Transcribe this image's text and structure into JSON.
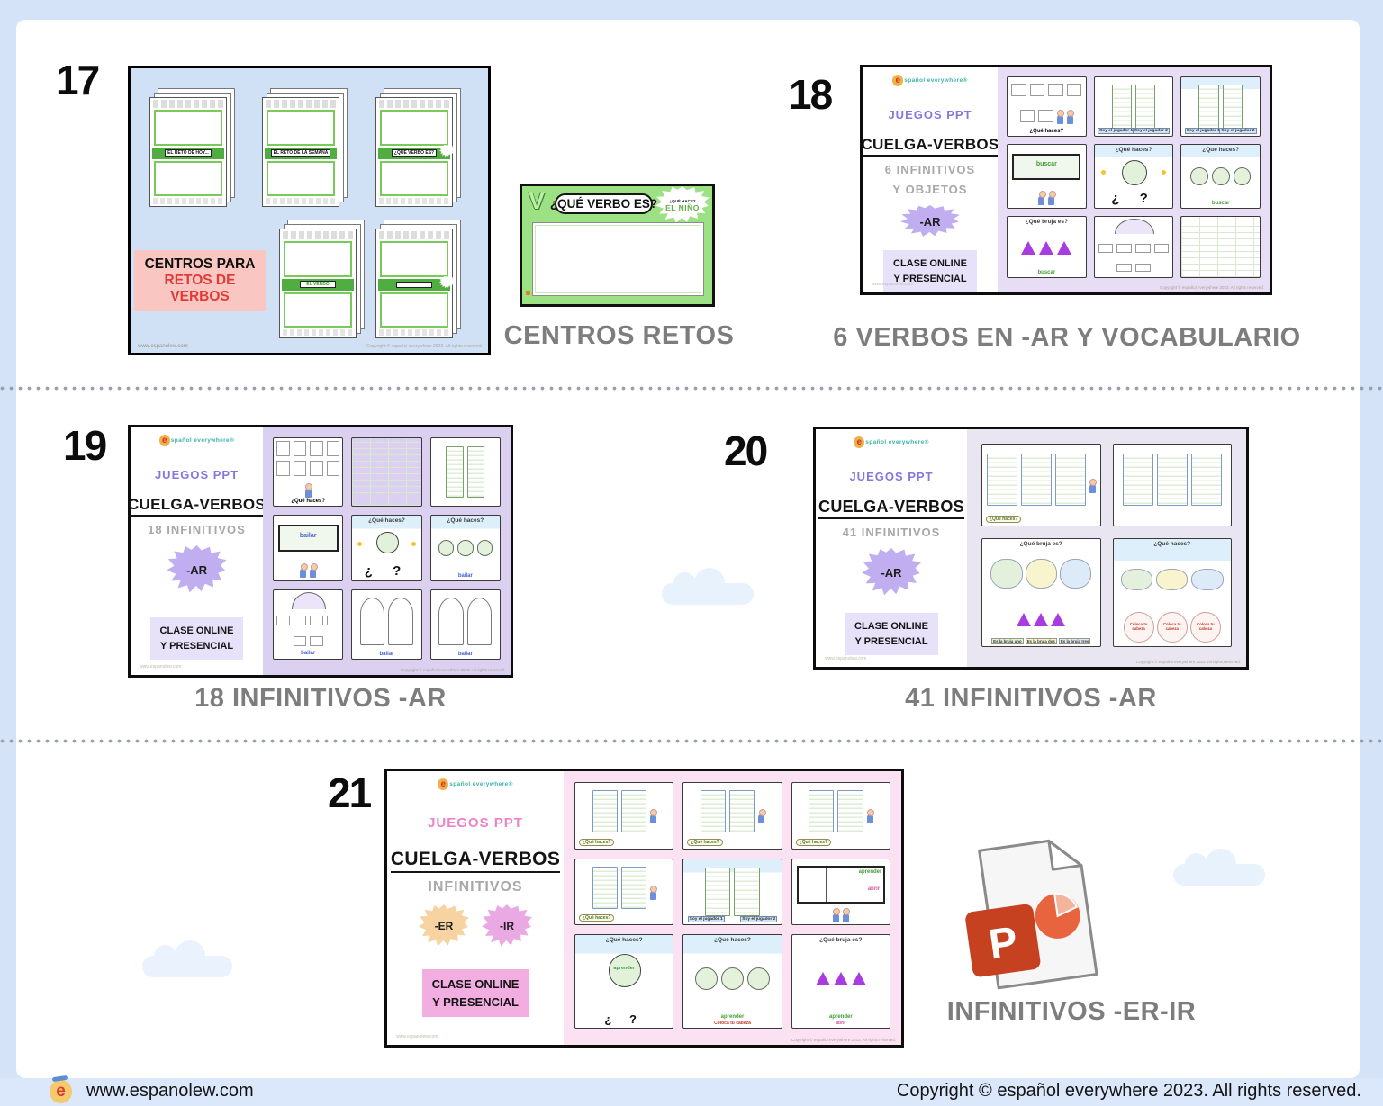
{
  "footer": {
    "logo_letter": "e",
    "site": "www.espanolew.com",
    "copyright": "Copyright © español everywhere 2023. All rights reserved."
  },
  "common": {
    "url": "www.espanolew.com",
    "copy": "Copyright © español everywhere 2023. All rights reserved.",
    "brand_letter": "e",
    "brand": "spañol everywhere®",
    "juegos": "JUEGOS PPT",
    "title": "CUELGA-VERBOS",
    "clase_line1": "CLASE ONLINE",
    "clase_line2": "Y PRESENCIAL"
  },
  "colors": {
    "page_background": "#d5e3f8",
    "caption_gray": "#7d7d7d",
    "juegos_purple": "#8677e0",
    "juegos_pink": "#ee82c8",
    "burst_purple": "#c0aef1",
    "burst_tan": "#f6d3a0",
    "burst_pink": "#eba9e4",
    "retos_red": "#e03b36",
    "card_green": "#9ce184",
    "powerpoint_red": "#c64120"
  },
  "item17": {
    "number": "17",
    "caption": "CENTROS RETOS",
    "label_line1": "CENTROS PARA",
    "label_line2": "RETOS DE VERBOS",
    "card1_label": "EL RETO DE HOY...",
    "card2_label": "EL RETO DE LA SEMANA",
    "card3_label": "¿QUÉ VERBO ES?",
    "card4_label": "EL VERBO",
    "card5_label": ""
  },
  "green_card": {
    "letter": "V",
    "title": "¿QUÉ VERBO ES?",
    "badge_line1": "¿QUÉ HACE?",
    "badge_line2": "EL NIÑO"
  },
  "item18": {
    "number": "18",
    "caption": "6 VERBOS EN -AR Y VOCABULARIO",
    "subtitle1": "6 INFINITIVOS",
    "subtitle2": "Y OBJETOS",
    "burst": "-AR",
    "slides": [
      {
        "h": "",
        "w": "¿Qué haces?"
      },
      {
        "h": "Soy el jugador 1",
        "w": "Soy el jugador 2"
      },
      {
        "h": "Soy el jugador 1",
        "w": "Soy el jugador 2"
      },
      {
        "h": "",
        "w": "buscar"
      },
      {
        "h": "¿Qué haces?",
        "w": "¿ ?"
      },
      {
        "h": "¿Qué haces?",
        "w": "buscar"
      },
      {
        "h": "¿Qué bruja es?",
        "w": "buscar"
      },
      {
        "h": "",
        "w": ""
      },
      {
        "h": "",
        "w": ""
      }
    ]
  },
  "item19": {
    "number": "19",
    "caption": "18 INFINITIVOS -AR",
    "subtitle1": "18 INFINITIVOS",
    "burst": "-AR",
    "slides": [
      {
        "h": "",
        "w": "¿Qué haces?"
      },
      {
        "h": "",
        "w": ""
      },
      {
        "h": "",
        "w": ""
      },
      {
        "h": "",
        "w": "bailar"
      },
      {
        "h": "¿Qué haces?",
        "w": "¿ ?"
      },
      {
        "h": "¿Qué haces?",
        "w": "bailar"
      },
      {
        "h": "",
        "w": "bailar"
      },
      {
        "h": "",
        "w": "bailar"
      },
      {
        "h": "",
        "w": "bailar"
      }
    ]
  },
  "item20": {
    "number": "20",
    "caption": "41 INFINITIVOS -AR",
    "subtitle1": "41 INFINITIVOS",
    "burst": "-AR",
    "slides": [
      {
        "h": "",
        "w": "¿Qué haces?"
      },
      {
        "h": "",
        "w": ""
      },
      {
        "h": "¿Qué bruja es?",
        "w": "Es la bruja uno",
        "w2": "Es la bruja dos",
        "w3": "Es la bruja tres"
      },
      {
        "h": "¿Qué haces?",
        "w": "Coloca tu cabeza",
        "w2": "Coloca tu cabeza",
        "w3": "Coloca tu cabeza"
      }
    ]
  },
  "item21": {
    "number": "21",
    "caption": "INFINITIVOS -ER-IR",
    "subtitle1": "INFINITIVOS",
    "burst_er": "-ER",
    "burst_ir": "-IR",
    "slides": [
      {
        "h": "",
        "w": "¿Qué haces?"
      },
      {
        "h": "",
        "w": "¿Qué haces?"
      },
      {
        "h": "",
        "w": "¿Qué haces?"
      },
      {
        "h": "",
        "w": "¿Qué haces?"
      },
      {
        "h": "Soy el jugador 1",
        "w": "Soy el jugador 2"
      },
      {
        "h": "",
        "w": "aprender",
        "w2": "abrir"
      },
      {
        "h": "¿Qué haces?",
        "w": "aprender",
        "w2": "¿ ?"
      },
      {
        "h": "¿Qué haces?",
        "w": "aprender",
        "w2": "Coloca tu cabeza"
      },
      {
        "h": "¿Qué bruja es?",
        "w": "aprender",
        "w2": "abrir"
      }
    ]
  },
  "ppt_icon": {
    "letter": "P"
  }
}
